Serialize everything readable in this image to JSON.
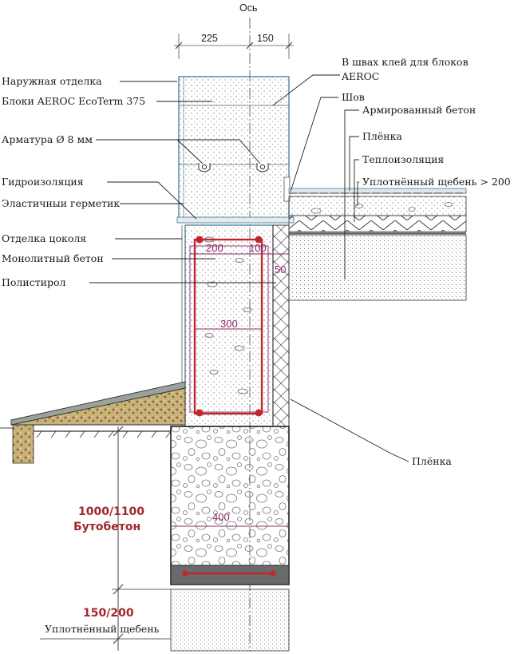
{
  "axis_label": "Ось",
  "dims": {
    "top_left": "225",
    "top_right": "150",
    "rebar_left": "200",
    "rebar_right": "100",
    "side": "50",
    "middle": "300",
    "footing": "400"
  },
  "labels": {
    "outer_finish": "Наружная отделка",
    "blocks": "Блоки AEROC EcoTerm 375",
    "rebar": "Арматура Ø 8 мм",
    "waterproofing": "Гидроизоляция",
    "sealant": "Эластичныи герметик",
    "plinth_finish": "Отделка цоколя",
    "monolith": "Монолитный бетон",
    "polystyrene": "Полистирол",
    "glue_line1": "В швах клей для блоков",
    "glue_line2": "AEROC",
    "seam": "Шов",
    "reinforced_concrete": "Армированный бетон",
    "film_top": "Плёнка",
    "insulation": "Теплоизоляция",
    "gravel_right": "Уплотнённый щебень > 200",
    "film_side": "Плёнка",
    "gravel_bottom": "Уплотнённый щебень"
  },
  "heights": {
    "footing": "1000/1100",
    "footing_material": "Бутобетон",
    "gravel": "150/200"
  },
  "colors": {
    "rebar_frame": "#c0262c",
    "purple_dim": "#8a2a6a",
    "accent_red": "#a0282c",
    "ground": "#a08a4a"
  }
}
